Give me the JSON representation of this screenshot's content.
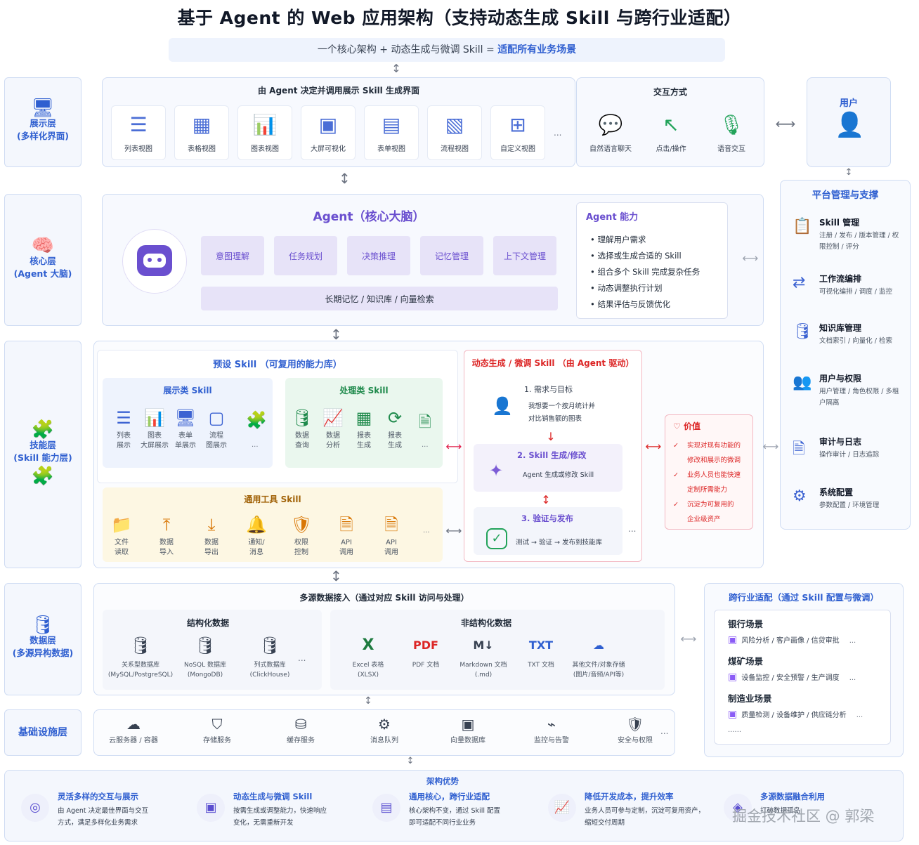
{
  "title": "基于 Agent 的 Web 应用架构（支持动态生成 Skill 与跨行业适配）",
  "subtitle": {
    "part1": "一个核心架构 + 动态生成与微调 Skill = ",
    "part2": "适配所有业务场景"
  },
  "layers": [
    {
      "name": "展示层",
      "sub": "(多样化界面)",
      "icon": "monitor-icon"
    },
    {
      "name": "核心层",
      "sub": "(Agent 大脑)",
      "icon": "brain-icon"
    },
    {
      "name": "技能层",
      "sub": "(Skill 能力层)",
      "icon": "puzzle-icon"
    },
    {
      "name": "数据层",
      "sub": "(多源异构数据)",
      "icon": "database-icon"
    },
    {
      "name": "基础设施层",
      "sub": "",
      "icon": ""
    }
  ],
  "display": {
    "heading": "由 Agent 决定并调用展示 Skill 生成界面",
    "views": [
      "列表视图",
      "表格视图",
      "图表视图",
      "大屏可视化",
      "表单视图",
      "流程视图",
      "自定义视图"
    ],
    "more": "...",
    "interaction_heading": "交互方式",
    "interactions": [
      "自然语言聊天",
      "点击/操作",
      "语音交互"
    ]
  },
  "user": {
    "label": "用户"
  },
  "agent": {
    "heading": "Agent（核心大脑）",
    "functions": [
      "意图理解",
      "任务规划",
      "决策推理",
      "记忆管理",
      "上下文管理"
    ],
    "memory": "长期记忆 / 知识库 / 向量检索",
    "capability_heading": "Agent 能力",
    "capabilities": [
      "理解用户需求",
      "选择或生成合适的 Skill",
      "组合多个 Skill 完成复杂任务",
      "动态调整执行计划",
      "结果评估与反馈优化"
    ]
  },
  "platform": {
    "heading": "平台管理与支撑",
    "items": [
      {
        "title": "Skill 管理",
        "desc": "注册 / 发布 / 版本管理 / 权限控制 / 评分",
        "icon": "clipboard-icon"
      },
      {
        "title": "工作流编排",
        "desc": "可视化编排 / 调度 / 监控",
        "icon": "workflow-icon"
      },
      {
        "title": "知识库管理",
        "desc": "文档索引 / 向量化 / 检索",
        "icon": "database-icon"
      },
      {
        "title": "用户与权限",
        "desc": "用户管理 / 角色权限 / 多租户隔离",
        "icon": "users-icon"
      },
      {
        "title": "审计与日志",
        "desc": "操作审计 / 日志追踪",
        "icon": "document-icon"
      },
      {
        "title": "系统配置",
        "desc": "参数配置 / 环境管理",
        "icon": "gear-icon"
      }
    ]
  },
  "skills": {
    "preset_heading": "预设 Skill （可复用的能力库）",
    "display_heading": "展示类 Skill",
    "display_items": [
      "列表\n展示",
      "图表\n大屏展示",
      "表单\n单展示",
      "流程\n图展示"
    ],
    "process_heading": "处理类 Skill",
    "process_items": [
      "数据\n查询",
      "数据\n分析",
      "报表\n生成",
      "报表\n生成"
    ],
    "tool_heading": "通用工具 Skill",
    "tool_items": [
      "文件\n读取",
      "数据\n导入",
      "数据\n导出",
      "通知/\n消息",
      "权限\n控制",
      "API\n调用",
      "API\n调用"
    ],
    "more": "...",
    "dynamic_heading": "动态生成 / 微调 Skill （由 Agent 驱动）",
    "steps": [
      {
        "title": "1. 需求与目标",
        "desc": "我想要一个按月统计并\n对比销售额的图表"
      },
      {
        "title": "2. Skill 生成/修改",
        "desc": "Agent 生成或修改 Skill"
      },
      {
        "title": "3. 验证与发布",
        "desc": "测试 → 验证 → 发布到技能库"
      }
    ],
    "value_heading": "价值",
    "values": [
      "实现对现有功能的\n修改和展示的微调",
      "业务人员也能快速\n定制所需能力",
      "沉淀为可复用的\n企业级资产"
    ]
  },
  "data": {
    "heading": "多源数据接入（通过对应 Skill 访问与处理）",
    "structured_heading": "结构化数据",
    "structured": [
      {
        "name": "关系型数据库",
        "detail": "(MySQL/PostgreSQL)"
      },
      {
        "name": "NoSQL 数据库",
        "detail": "(MongoDB)"
      },
      {
        "name": "列式数据库",
        "detail": "(ClickHouse)"
      }
    ],
    "unstructured_heading": "非结构化数据",
    "unstructured": [
      {
        "name": "Excel 表格",
        "detail": "(XLSX)"
      },
      {
        "name": "PDF 文档",
        "detail": ""
      },
      {
        "name": "Markdown 文档",
        "detail": "(.md)"
      },
      {
        "name": "TXT 文档",
        "detail": ""
      },
      {
        "name": "其他文件/对象存储",
        "detail": "(图片/音频/API等)"
      }
    ],
    "more": "..."
  },
  "industry": {
    "heading": "跨行业适配（通过 Skill 配置与微调）",
    "items": [
      {
        "title": "银行场景",
        "desc": "风险分析 / 客户画像 / 信贷审批"
      },
      {
        "title": "煤矿场景",
        "desc": "设备监控 / 安全预警 / 生产调度"
      },
      {
        "title": "制造业场景",
        "desc": "质量检测 / 设备维护 / 供应链分析"
      }
    ],
    "more": "......"
  },
  "infra": {
    "items": [
      "云服务器 / 容器",
      "存储服务",
      "缓存服务",
      "消息队列",
      "向量数据库",
      "监控与告警",
      "安全与权限"
    ],
    "more": "..."
  },
  "advantages": {
    "heading": "架构优势",
    "items": [
      {
        "title": "灵活多样的交互与展示",
        "desc": "由 Agent 决定最佳界面与交互\n方式，满足多样化业务需求"
      },
      {
        "title": "动态生成与微调 Skill",
        "desc": "按需生成或调整能力，快速响应\n变化，无需重新开发"
      },
      {
        "title": "通用核心，跨行业适配",
        "desc": "核心架构不变，通过 Skill 配置\n即可适配不同行业业务"
      },
      {
        "title": "降低开发成本，提升效率",
        "desc": "业务人员可参与定制，沉淀可复用资产，\n缩短交付周期"
      },
      {
        "title": "多源数据融合利用",
        "desc": "打破数据孤岛"
      }
    ]
  },
  "watermark": "掘金技术社区 @ 郭梁"
}
